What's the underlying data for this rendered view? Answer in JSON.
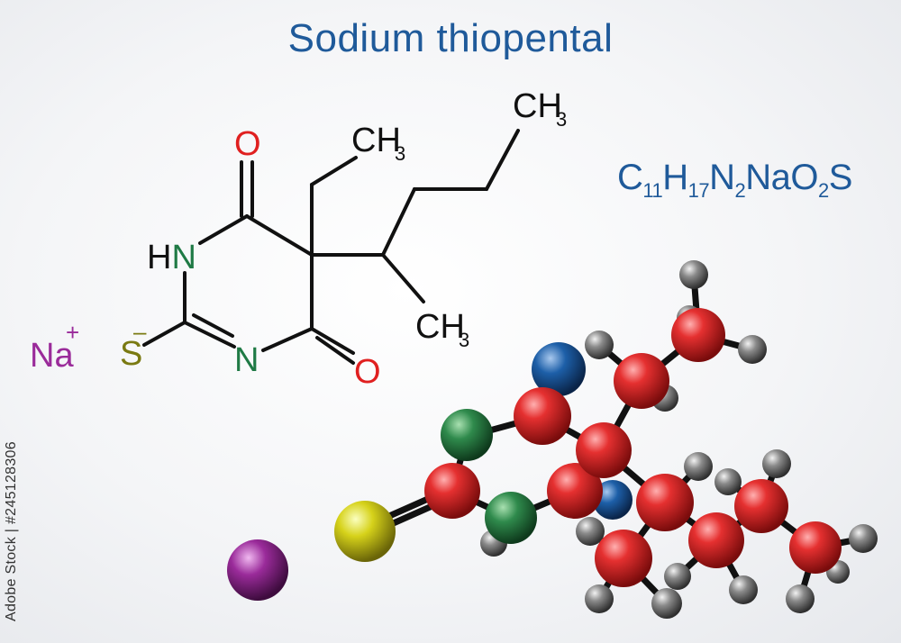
{
  "title": "Sodium thiopental",
  "formula": {
    "parts": [
      {
        "sym": "C",
        "sub": "11"
      },
      {
        "sym": "H",
        "sub": "17"
      },
      {
        "sym": "N",
        "sub": "2"
      },
      {
        "sym": "NaO",
        "sub": "2"
      },
      {
        "sym": "S",
        "sub": ""
      }
    ]
  },
  "labels": {
    "o_top": "O",
    "o_bottom": "O",
    "nh": "HN",
    "n": "N",
    "s": "S",
    "s_charge": "–",
    "na": "Na",
    "na_charge": "+",
    "ch3_ethyl": "CH",
    "ch3_propyl": "CH",
    "ch3_methyl": "CH",
    "sub3": "3"
  },
  "watermark": "Adobe Stock | #245128306",
  "colors": {
    "title": "#1f5a9a",
    "oxygen": "#e02020",
    "nitrogen": "#1f7a45",
    "sulfur": "#7a7a12",
    "sodium": "#9a2b9a",
    "bond": "#111111"
  }
}
